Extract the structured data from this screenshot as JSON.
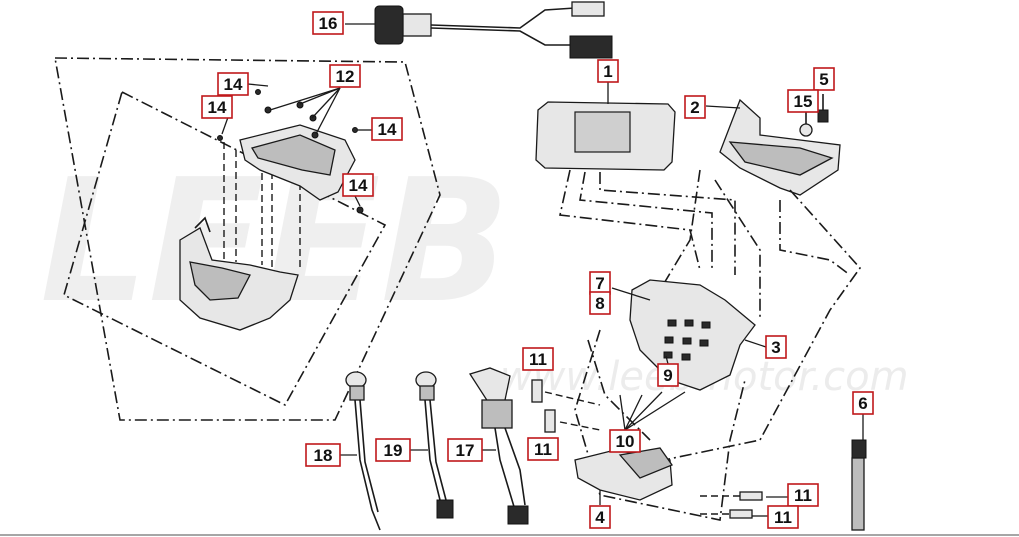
{
  "watermark": {
    "brand": "LEEB",
    "site": "www.leebmotor.com"
  },
  "callouts": [
    "1",
    "2",
    "3",
    "4",
    "5",
    "6",
    "7",
    "8",
    "9",
    "10",
    "11",
    "11",
    "11",
    "11",
    "12",
    "14",
    "14",
    "14",
    "14",
    "15",
    "16",
    "17",
    "18",
    "19"
  ],
  "colors": {
    "tag_border": "#c0181b",
    "ink": "#1a1a1a",
    "watermark": "#efefef"
  }
}
